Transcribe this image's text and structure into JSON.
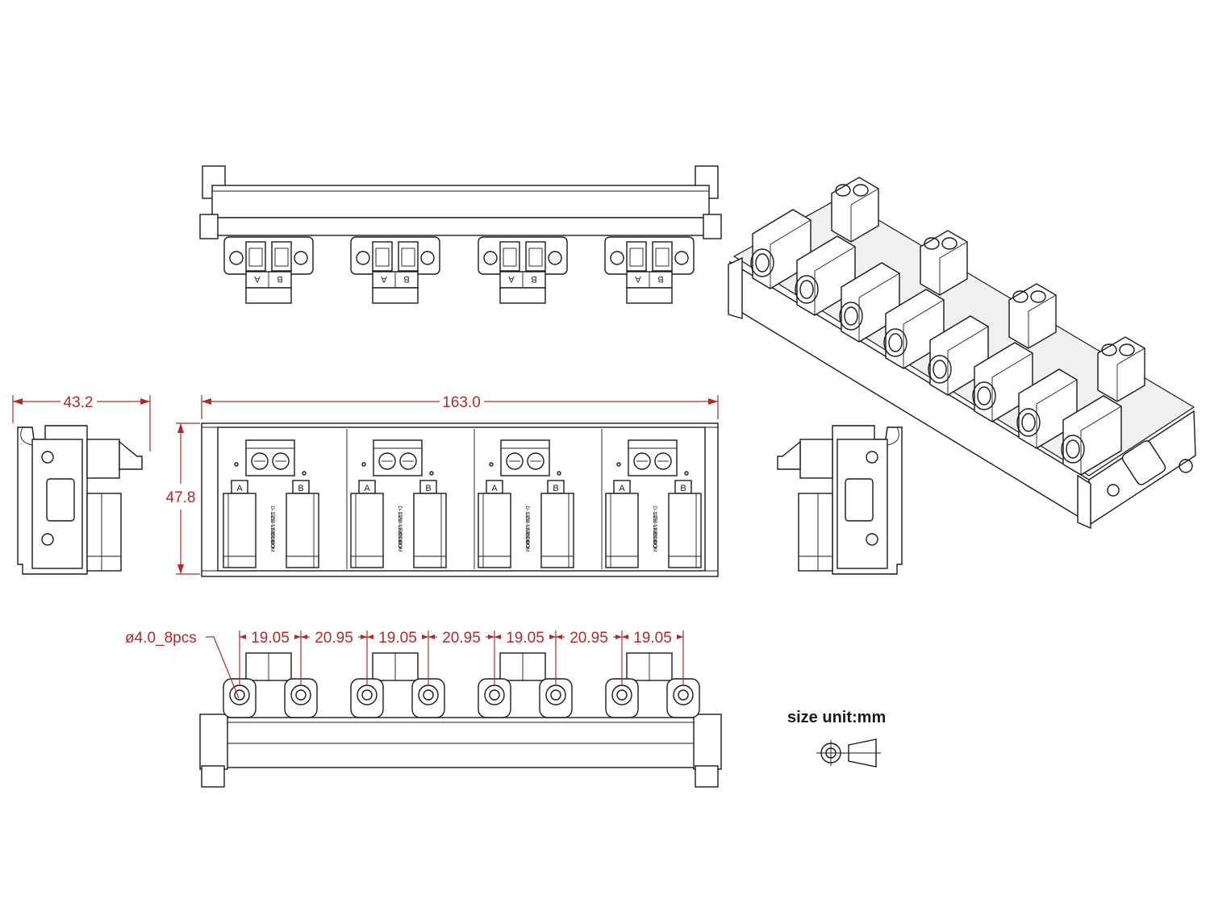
{
  "dimensions": {
    "depth": "43.2",
    "width": "163.0",
    "height": "47.8",
    "hole_note": "ø4.0_8pcs",
    "spacing": [
      "19.05",
      "20.95",
      "19.05",
      "20.95",
      "19.05",
      "20.95",
      "19.05"
    ]
  },
  "units_label": "size unit:mm",
  "terminal_labels": {
    "a": "A",
    "b": "B"
  },
  "board_text": {
    "line1": "CZH-LABS.COM",
    "line2": "D-1452 VER 1.0",
    "logo": "OONO"
  },
  "colors": {
    "line": "#1a1a1a",
    "dimension": "#b02a2a"
  },
  "icons": [
    "projection-symbol-icon",
    "screw-icon"
  ]
}
